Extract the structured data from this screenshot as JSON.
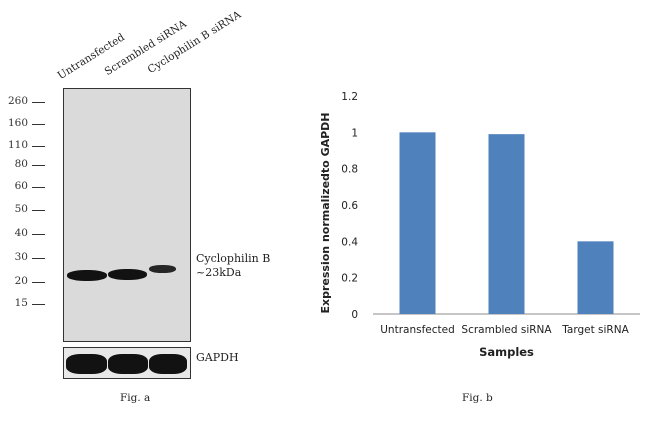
{
  "figure_a": {
    "lane_labels": [
      "Untransfected",
      "Scrambled siRNA",
      "Cyclophilin B siRNA"
    ],
    "markers": [
      "260",
      "160",
      "110",
      "80",
      "60",
      "50",
      "40",
      "30",
      "20",
      "15"
    ],
    "band_label_line1": "Cyclophilin B",
    "band_label_line2": "~23kDa",
    "loading_control_label": "GAPDH",
    "caption": "Fig. a"
  },
  "figure_b": {
    "caption": "Fig. b"
  },
  "chart_data": {
    "type": "bar",
    "categories": [
      "Untransfected",
      "Scrambled siRNA",
      "Target siRNA"
    ],
    "values": [
      1.0,
      0.99,
      0.4
    ],
    "title": "",
    "xlabel": "Samples",
    "ylabel": "Expression normalizedto GAPDH",
    "ylim": [
      0,
      1.2
    ],
    "yticks": [
      "0",
      "0.2",
      "0.4",
      "0.6",
      "0.8",
      "1",
      "1.2"
    ],
    "bar_color": "#4f81bd",
    "grid": false,
    "legend": "none"
  }
}
